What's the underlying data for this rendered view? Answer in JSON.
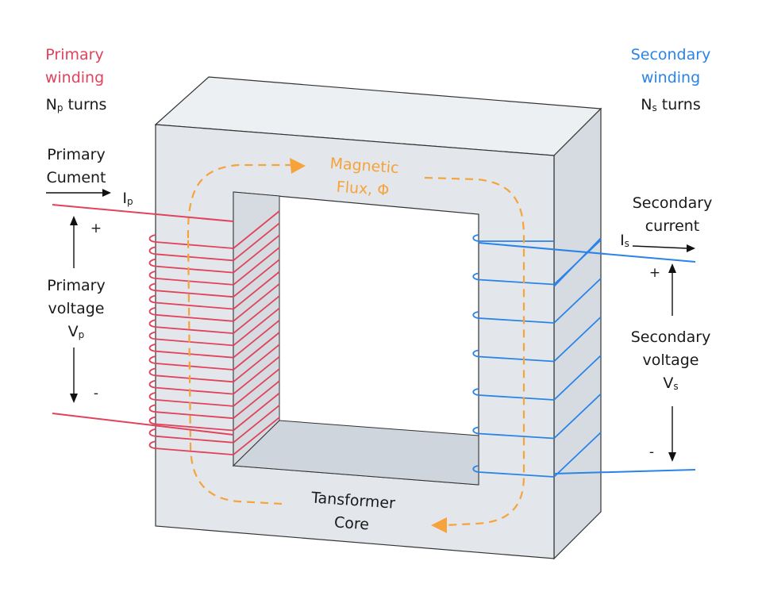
{
  "colors": {
    "primary": "#e0435b",
    "secondary": "#2a84e8",
    "flux": "#f5a33a",
    "core_front": "#e3e7ec",
    "core_top": "#edf0f3",
    "core_side": "#d6dbe1",
    "edge": "#333333"
  },
  "primary": {
    "title_line1": "Primary",
    "title_line2": "winding",
    "turns_symbol": "N",
    "turns_sub": "p",
    "turns_word": "turns",
    "current_line1": "Primary",
    "current_line2": "Cument",
    "current_symbol": "I",
    "current_sub": "p",
    "plus": "+",
    "minus": "-",
    "voltage_line1": "Primary",
    "voltage_line2": "voltage",
    "voltage_symbol": "V",
    "voltage_sub": "p"
  },
  "secondary": {
    "title_line1": "Secondary",
    "title_line2": "winding",
    "turns_symbol": "N",
    "turns_sub": "s",
    "turns_word": "turns",
    "current_line1": "Secondary",
    "current_line2": "current",
    "current_symbol": "I",
    "current_sub": "s",
    "plus": "+",
    "minus": "-",
    "voltage_line1": "Secondary",
    "voltage_line2": "voltage",
    "voltage_symbol": "V",
    "voltage_sub": "s"
  },
  "flux": {
    "line1": "Magnetic",
    "line2": "Flux, Φ"
  },
  "core": {
    "line1": "Tansformer",
    "line2": "Core"
  }
}
